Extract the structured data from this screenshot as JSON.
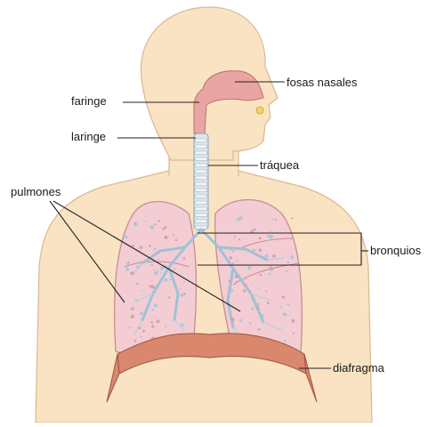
{
  "labels": {
    "fosas_nasales": "fosas nasales",
    "faringe": "faringe",
    "laringe": "laringe",
    "traquea": "tráquea",
    "pulmones": "pulmones",
    "bronquios": "bronquios",
    "diafragma": "diafragma"
  },
  "colors": {
    "skin": "#f9e3c2",
    "skin_edge": "#d9b990",
    "lung": "#f3cdd3",
    "lung_edge": "#c68c95",
    "airway": "#e8a5a3",
    "diaphragm": "#d9876d",
    "trachea_ring": "#f4f4f4",
    "bronchi": "#9fc2d8",
    "leader_line": "#222222"
  }
}
